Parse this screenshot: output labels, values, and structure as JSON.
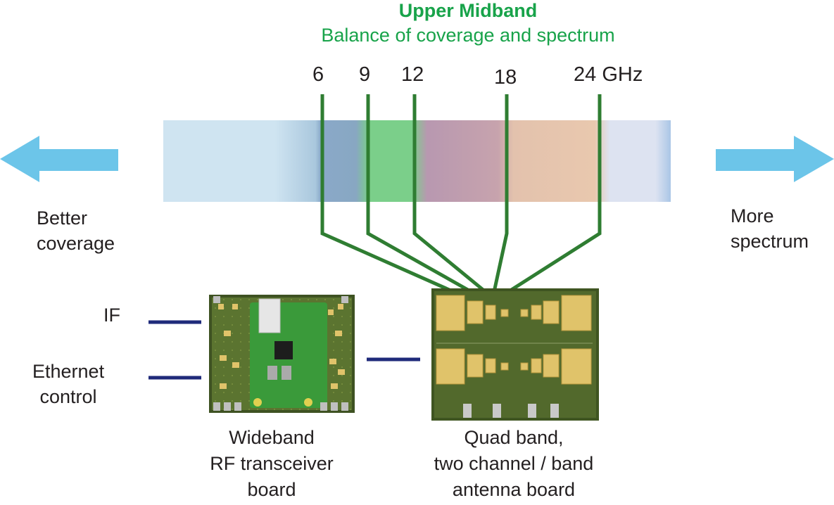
{
  "header": {
    "title": "Upper Midband",
    "subtitle": "Balance of coverage and spectrum"
  },
  "frequency_markers": [
    "6",
    "9",
    "12",
    "18",
    "24 GHz"
  ],
  "left_arrow_label": [
    "Better",
    "coverage"
  ],
  "right_arrow_label": [
    "More",
    "spectrum"
  ],
  "transceiver_ports": {
    "if": "IF",
    "ethernet": [
      "Ethernet",
      "control"
    ]
  },
  "transceiver_caption": [
    "Wideband",
    "RF transceiver",
    "board"
  ],
  "antenna_caption": [
    "Quad band,",
    "two channel / band",
    "antenna board"
  ],
  "colors": {
    "title_green": "#18a34a",
    "arrow_blue": "#6cc5e9",
    "connector_green": "#2f7d32",
    "connector_navy": "#1f2a7a",
    "board_green": "#4d6b2a",
    "pad_gold": "#e0c36a"
  },
  "icons": [
    "left-arrow-icon",
    "right-arrow-icon",
    "transceiver-board-image",
    "antenna-board-image"
  ]
}
